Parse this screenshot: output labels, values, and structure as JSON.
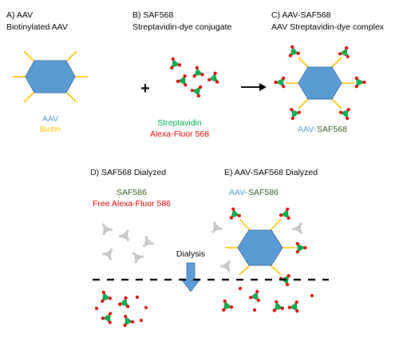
{
  "colors": {
    "aav_fill": "#5b9bd5",
    "aav_stroke": "#41719c",
    "biotin": "#ffc000",
    "streptavidin": "#00b050",
    "streptavidin_dark": "#38761d",
    "alexa": "#e00000",
    "saf586_text": "#375623",
    "free_protein": "#c8c8c8",
    "arrow_blue": "#5b9bd5",
    "text": "#000000"
  },
  "panel_a": {
    "heading": "A)  AAV",
    "subheading": "Biotinylated AAV",
    "legend_aav": "AAV",
    "legend_biotin": "Biotin"
  },
  "panel_b": {
    "heading": "B) SAF568",
    "subheading": "Streptavidin-dye conjugate",
    "legend_streptavidin": "Streptavidin",
    "legend_alexa": "Alexa-Fluor 568"
  },
  "panel_c": {
    "heading": "C) AAV-SAF568",
    "subheading": "AAV Streptavidin-dye complex",
    "legend_aav": "AAV-",
    "legend_saf": "SAF568"
  },
  "panel_d": {
    "heading": "D) SAF568 Dialyzed",
    "legend_saf": "SAF586",
    "legend_free": "Free Alexa-Fluor 586"
  },
  "panel_e": {
    "heading": "E) AAV-SAF568 Dialyzed",
    "legend_aav": "AAV-",
    "legend_saf": "SAF586"
  },
  "operators": {
    "plus": "+"
  },
  "dialysis": {
    "label": "Dialysis"
  },
  "icons": [
    "aav-hexagon-icon",
    "biotin-linker-icon",
    "streptavidin-dye-icon",
    "free-dye-dot-icon",
    "reaction-arrow-icon",
    "dialysis-arrow-icon",
    "membrane-line"
  ]
}
